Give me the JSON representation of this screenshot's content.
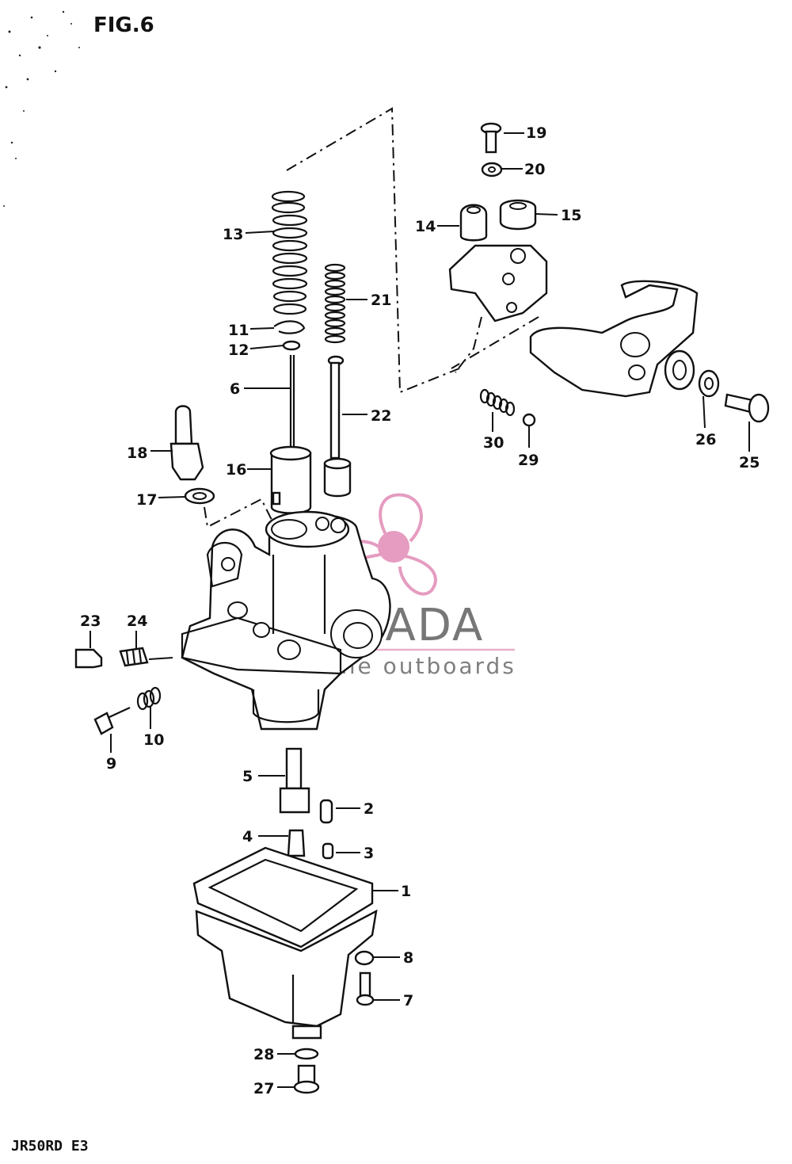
{
  "figure": {
    "title": "FIG.6",
    "model": "JR50RD E3"
  },
  "watermark": {
    "brand": "ARMADA",
    "tagline": "marine outboards",
    "logo_color": "#e59cc0"
  },
  "callouts": [
    "1",
    "2",
    "3",
    "4",
    "5",
    "6",
    "7",
    "8",
    "9",
    "10",
    "11",
    "12",
    "13",
    "14",
    "15",
    "16",
    "17",
    "18",
    "19",
    "20",
    "21",
    "22",
    "23",
    "24",
    "25",
    "26",
    "27",
    "28",
    "29",
    "30"
  ]
}
